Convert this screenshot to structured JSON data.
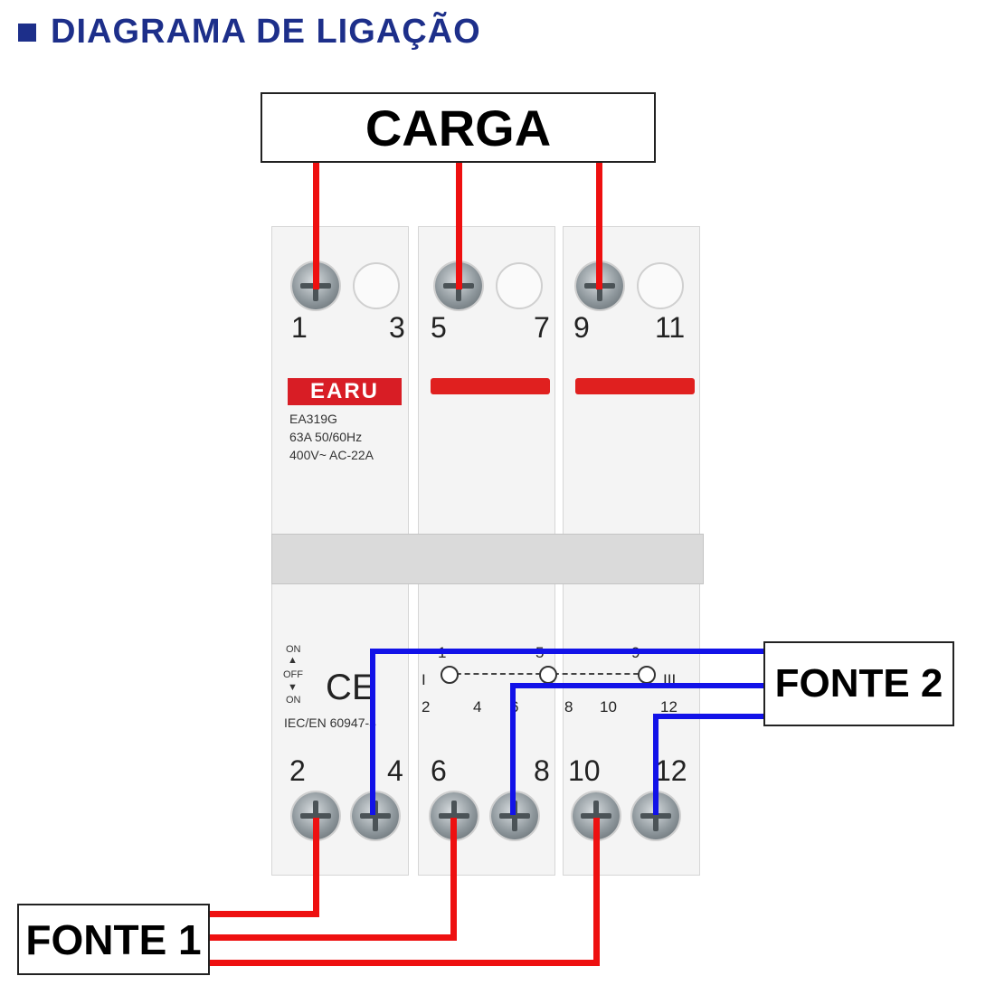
{
  "header": {
    "title": "DIAGRAMA DE LIGAÇÃO"
  },
  "labels": {
    "load": "CARGA",
    "source2": "FONTE 2",
    "source1": "FONTE 1"
  },
  "device": {
    "brand": "EARU",
    "model": "EA319G",
    "rating": "63A 50/60Hz",
    "voltage": "400V~  AC-22A",
    "standard": "IEC/EN 60947-3",
    "ce_mark": "CE",
    "on_label": "ON",
    "off_label": "OFF"
  },
  "terminals": {
    "top": [
      "1",
      "3",
      "5",
      "7",
      "9",
      "11"
    ],
    "bottom": [
      "2",
      "4",
      "6",
      "8",
      "10",
      "12"
    ]
  },
  "schematic": {
    "top_marks": [
      "1",
      "5",
      "9"
    ],
    "pos_I": "I",
    "pos_III": "III",
    "bottom_marks": [
      "2",
      "4",
      "6",
      "8",
      "10",
      "12"
    ]
  },
  "colors": {
    "header": "#1d2f8a",
    "wire_load_source1": "#ee1010",
    "wire_source2": "#1212e8",
    "brand_red": "#d81d25"
  }
}
